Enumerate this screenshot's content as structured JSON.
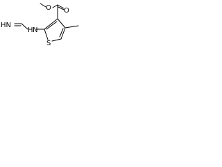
{
  "atom_labels": {
    "methoxy_o": "O",
    "carbonyl_o": "O",
    "imine_nh": "HN",
    "amine_nh": "H",
    "amine_n": "N",
    "ring_s": "S"
  }
}
